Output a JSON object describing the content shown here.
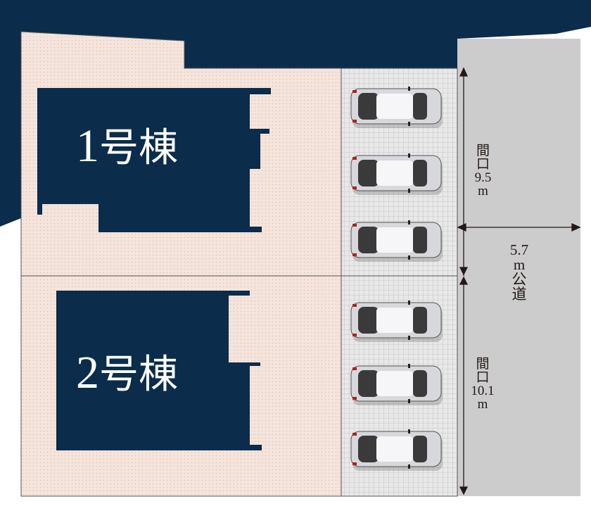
{
  "buildings": [
    {
      "number": "1",
      "suffix": "号棟"
    },
    {
      "number": "2",
      "suffix": "号棟"
    }
  ],
  "frontage": [
    {
      "label_top": "間",
      "label_mid": "口",
      "value": "9.5",
      "unit": "m"
    },
    {
      "label_top": "間",
      "label_mid": "口",
      "value": "10.1",
      "unit": "m"
    }
  ],
  "road": {
    "width": "5.7",
    "unit": "m",
    "label_a": "公",
    "label_b": "道"
  },
  "parking": {
    "cars_per_lot": 3
  },
  "colors": {
    "navy": "#0b2c4a",
    "lot": "#f4e4dc",
    "road": "#cccccc",
    "parking": "#e6e6e6"
  }
}
